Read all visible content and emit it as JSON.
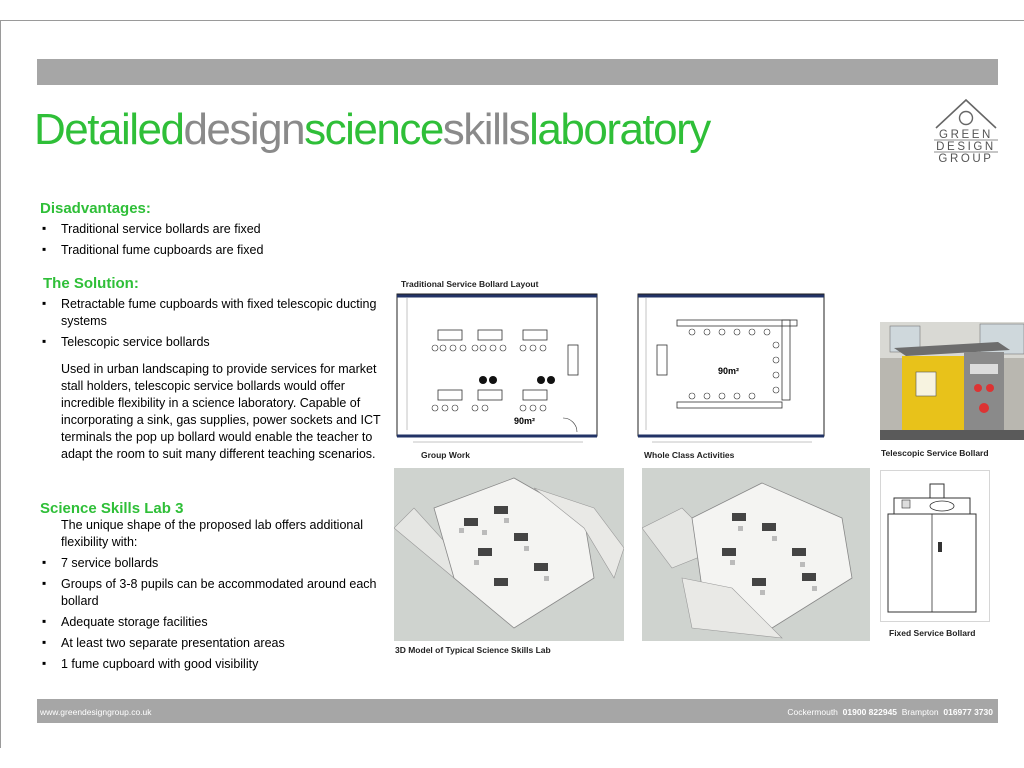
{
  "title": {
    "words": [
      "Detailed",
      "design",
      "science",
      "skills",
      "laboratory"
    ]
  },
  "logo": {
    "lines": [
      "GREEN",
      "DESIGN",
      "GROUP"
    ]
  },
  "disadvantages": {
    "heading": "Disadvantages:",
    "items": [
      "Traditional service bollards are fixed",
      "Traditional fume cupboards are fixed"
    ]
  },
  "solution": {
    "heading": "The Solution:",
    "items": [
      "Retractable fume cupboards with fixed telescopic ducting systems",
      "Telescopic service bollards"
    ],
    "paragraph": "Used in urban landscaping to provide services for market stall holders, telescopic service bollards would offer incredible flexibility in a science laboratory. Capable of incorporating a sink, gas supplies, power sockets and ICT terminals the pop up bollard would enable the teacher to adapt the room to suit many different teaching scenarios."
  },
  "lab3": {
    "heading": "Science Skills Lab 3",
    "intro": "The unique shape of the proposed lab offers additional flexibility with:",
    "items": [
      "7 service bollards",
      "Groups of 3-8 pupils can be accommodated around each bollard",
      "Adequate storage facilities",
      "At least two separate presentation areas",
      "1 fume cupboard with good visibility"
    ]
  },
  "figures": {
    "plan_title": "Traditional Service Bollard Layout",
    "plan_area_label": "90m²",
    "group_work": "Group Work",
    "whole_class": "Whole Class Activities",
    "telescopic": "Telescopic Service Bollard",
    "fixed": "Fixed Service Bollard",
    "model_3d": "3D Model of Typical Science Skills Lab"
  },
  "footer": {
    "url": "www.greendesigngroup.co.uk",
    "town1": "Cockermouth",
    "phone1": "01900 822945",
    "town2": "Brampton",
    "phone2": "016977 3730"
  },
  "colors": {
    "accent_green": "#2fbf38",
    "title_grey": "#8a8a8a",
    "bar_grey": "#a6a6a6",
    "bollard_yellow": "#e8c21a"
  }
}
